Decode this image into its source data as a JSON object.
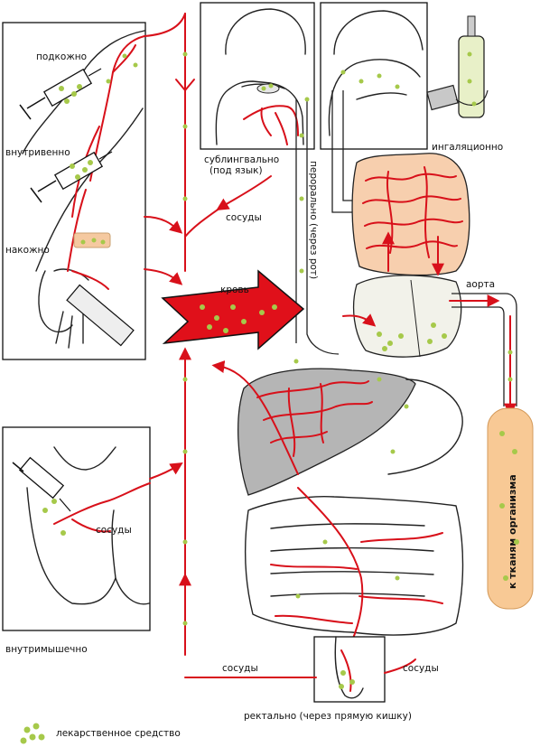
{
  "labels": {
    "subcutaneous": "подкожно",
    "intravenous": "внутривенно",
    "transdermal": "накожно",
    "sublingual_line1": "сублингвально",
    "sublingual_line2": "(под язык)",
    "inhalation": "ингаляционно",
    "oral": "перорально (через рот)",
    "vessels_top": "сосуды",
    "blood": "кровь",
    "aorta": "аорта",
    "to_tissues": "к тканям организма",
    "vessels_mid": "сосуды",
    "intramuscular": "внутримышечно",
    "vessels_bottom_left": "сосуды",
    "vessels_bottom_right": "сосуды",
    "rectal": "ректально (через прямую кишку)",
    "legend": "лекарственное средство"
  },
  "colors": {
    "vessel_red": "#d8101a",
    "drug_green": "#a6c94a",
    "heart_fill": "#f2f2ea",
    "lung_fill": "#f7cfae",
    "liver_fill": "#b5b5b5",
    "tissue_fill": "#f8c995",
    "blood_arrow": "#e0101a"
  }
}
